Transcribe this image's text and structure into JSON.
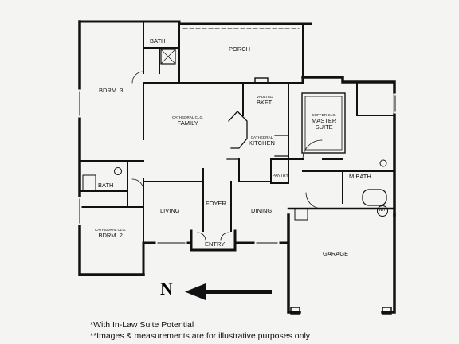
{
  "rooms": {
    "bath_top": "BATH",
    "porch": "PORCH",
    "bdrm3": "BDRM. 3",
    "family_ceiling": "CATHEDRAL CLG.",
    "family": "FAMILY",
    "bkft_ceiling": "VAULTED",
    "bkft": "BKFT.",
    "kitchen_ceiling": "CATHEDRAL",
    "kitchen": "KITCHEN",
    "master_ceiling": "COFFER CLG.",
    "master_line1": "MASTER",
    "master_line2": "SUITE",
    "pantry": "PANTRY",
    "mbath": "M.BATH",
    "wh": "WH",
    "bath_mid": "BATH",
    "living": "LIVING",
    "foyer": "FOYER",
    "dining": "DINING",
    "entry": "ENTRY",
    "bdrm2_ceiling": "CATHEDRAL CLG.",
    "bdrm2": "BDRM. 2",
    "garage": "GARAGE"
  },
  "compass": {
    "letter": "N"
  },
  "notes": {
    "line1": "*With In-Law Suite Potential",
    "line2": "**Images & measurements are for illustrative purposes only"
  }
}
